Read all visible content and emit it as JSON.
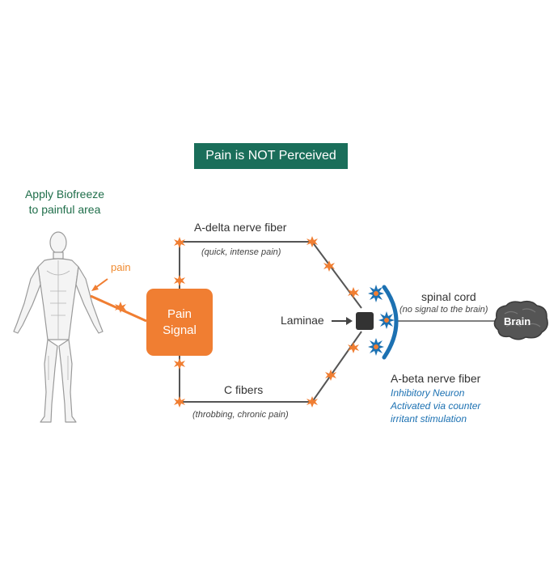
{
  "title": "Pain is NOT Perceived",
  "apply": {
    "line1": "Apply Biofreeze",
    "line2": "to painful area"
  },
  "pain_label": "pain",
  "signal_box": {
    "line1": "Pain",
    "line2": "Signal"
  },
  "a_delta": {
    "label": "A-delta nerve fiber",
    "desc": "(quick, intense pain)"
  },
  "c_fibers": {
    "label": "C fibers",
    "desc": "(throbbing, chronic pain)"
  },
  "laminae": "Laminae",
  "spinal_cord": {
    "label": "spinal cord",
    "desc": "(no signal to the brain)"
  },
  "brain": "Brain",
  "a_beta": {
    "label": "A-beta nerve fiber",
    "line1": "Inhibitory Neuron",
    "line2": "Activated via counter",
    "line3": "irritant stimulation"
  },
  "colors": {
    "banner": "#1a6e5a",
    "apply_text": "#1f6e4a",
    "orange": "#f07e32",
    "blue": "#1c71b2",
    "dark": "#333333",
    "brain_fill": "#555555"
  },
  "icons": [
    "human-body-figure",
    "pain-spark-icon",
    "inhibitory-neuron-burst-icon",
    "brain-icon"
  ]
}
